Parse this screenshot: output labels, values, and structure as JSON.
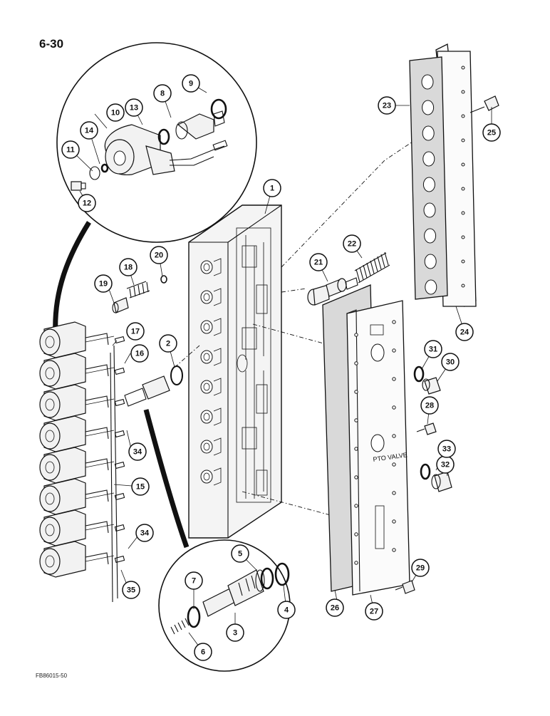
{
  "page": {
    "number": "6-30",
    "reference": "FB86015-50"
  },
  "callouts": [
    {
      "id": "c1",
      "label": "1"
    },
    {
      "id": "c2",
      "label": "2"
    },
    {
      "id": "c3",
      "label": "3"
    },
    {
      "id": "c4",
      "label": "4"
    },
    {
      "id": "c5",
      "label": "5"
    },
    {
      "id": "c6",
      "label": "6"
    },
    {
      "id": "c7",
      "label": "7"
    },
    {
      "id": "c8",
      "label": "8"
    },
    {
      "id": "c9",
      "label": "9"
    },
    {
      "id": "c10",
      "label": "10"
    },
    {
      "id": "c11",
      "label": "11"
    },
    {
      "id": "c12",
      "label": "12"
    },
    {
      "id": "c13",
      "label": "13"
    },
    {
      "id": "c14",
      "label": "14"
    },
    {
      "id": "c15",
      "label": "15"
    },
    {
      "id": "c16",
      "label": "16"
    },
    {
      "id": "c17",
      "label": "17"
    },
    {
      "id": "c18",
      "label": "18"
    },
    {
      "id": "c19",
      "label": "19"
    },
    {
      "id": "c20",
      "label": "20"
    },
    {
      "id": "c21",
      "label": "21"
    },
    {
      "id": "c22",
      "label": "22"
    },
    {
      "id": "c23",
      "label": "23"
    },
    {
      "id": "c24",
      "label": "24"
    },
    {
      "id": "c25",
      "label": "25"
    },
    {
      "id": "c26",
      "label": "26"
    },
    {
      "id": "c27",
      "label": "27"
    },
    {
      "id": "c28",
      "label": "28"
    },
    {
      "id": "c29",
      "label": "29"
    },
    {
      "id": "c30",
      "label": "30"
    },
    {
      "id": "c31",
      "label": "31"
    },
    {
      "id": "c32",
      "label": "32"
    },
    {
      "id": "c33",
      "label": "33"
    },
    {
      "id": "c34a",
      "label": "34"
    },
    {
      "id": "c34b",
      "label": "34"
    },
    {
      "id": "c35",
      "label": "35"
    }
  ],
  "cover_plate_stamp": "PTO VALVE"
}
